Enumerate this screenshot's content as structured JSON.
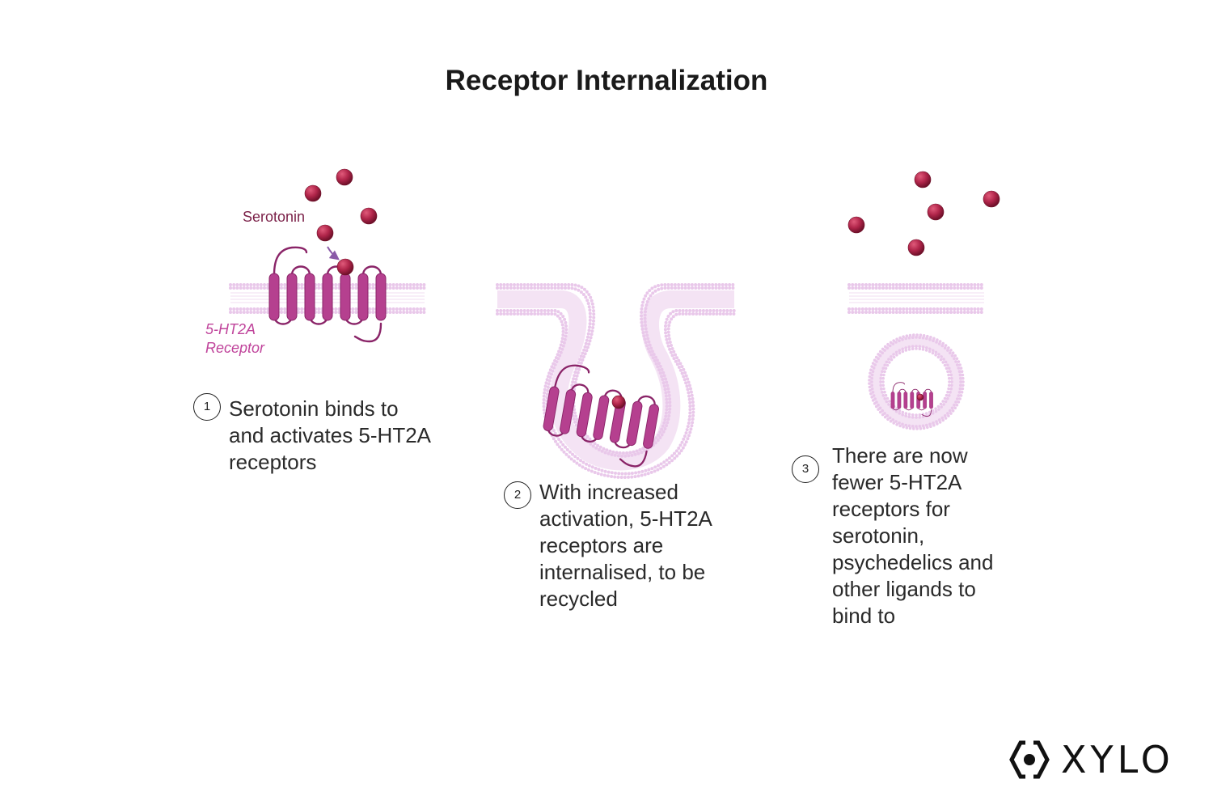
{
  "title": "Receptor Internalization",
  "labels": {
    "serotonin": "Serotonin",
    "receptor_line1": "5-HT2A",
    "receptor_line2": "Receptor"
  },
  "steps": [
    {
      "number": "1",
      "text": "Serotonin binds to and activates 5-HT2A receptors"
    },
    {
      "number": "2",
      "text": "With increased activation, 5-HT2A receptors are internalised, to be recycled"
    },
    {
      "number": "3",
      "text": "There are now fewer 5-HT2A receptors for serotonin, psychedelics and other ligands to bind to"
    }
  ],
  "logo": {
    "text": "XYLO"
  },
  "colors": {
    "membrane": "#e9c8ea",
    "receptor": "#b5408f",
    "receptor_dark": "#8a2468",
    "serotonin": "#b0254a",
    "arrow": "#8a5aa8"
  }
}
